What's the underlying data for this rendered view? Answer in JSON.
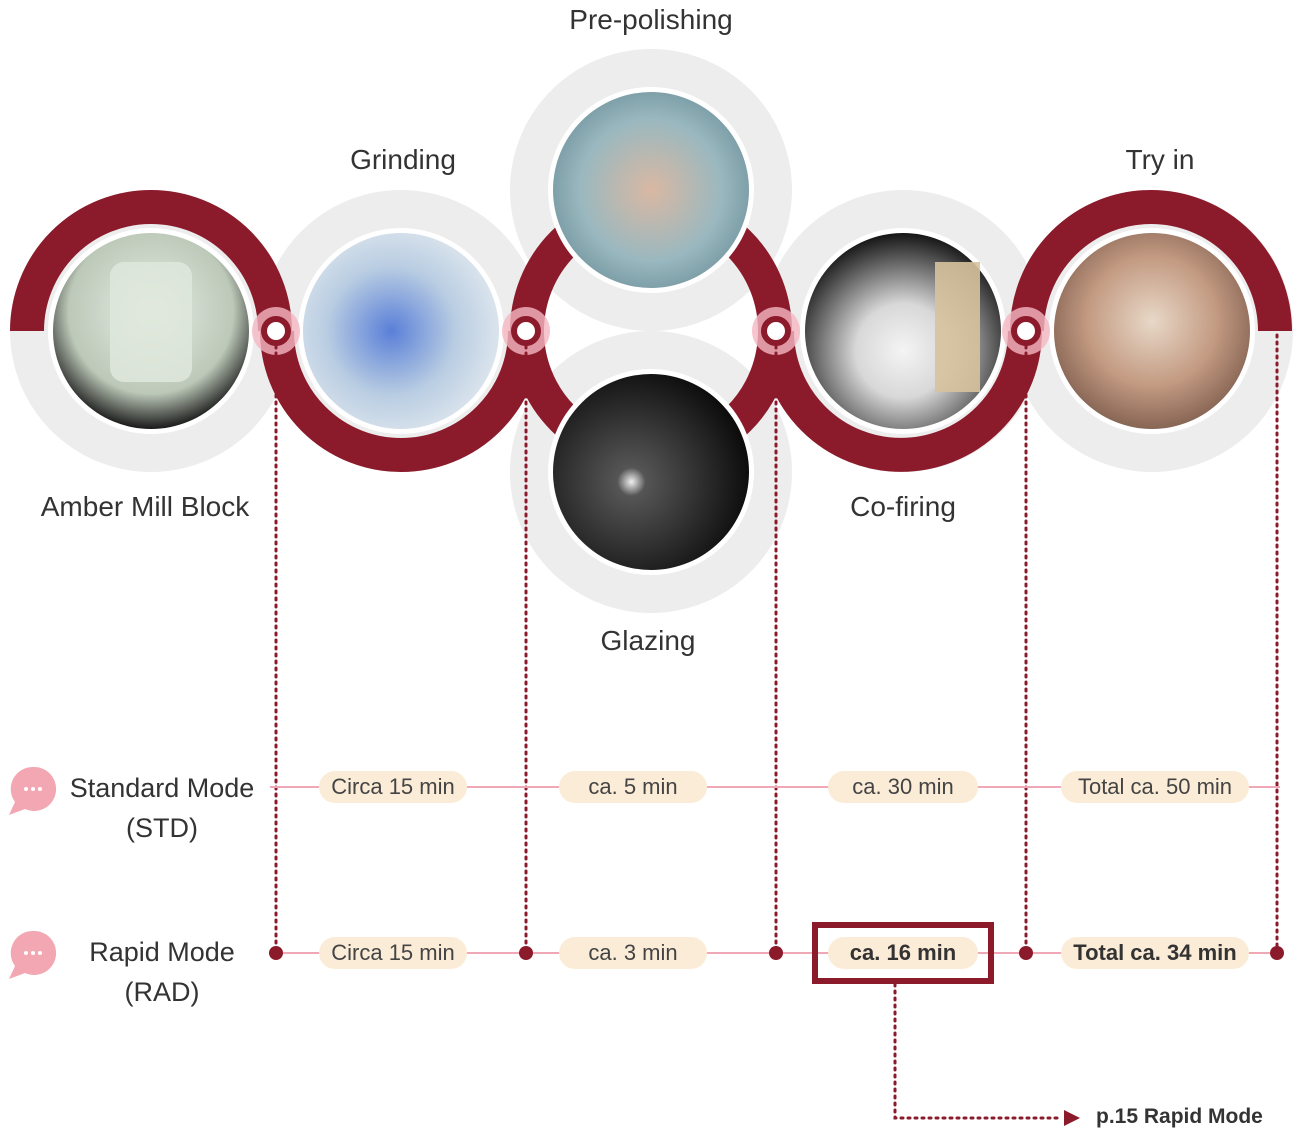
{
  "steps": {
    "amber_mill_block": "Amber Mill Block",
    "grinding": "Grinding",
    "pre_polishing": "Pre-polishing",
    "glazing": "Glazing",
    "co_firing": "Co-firing",
    "try_in": "Try in"
  },
  "modes": {
    "standard": {
      "name": "Standard Mode",
      "abbr": "(STD)",
      "times": [
        "Circa 15 min",
        "ca. 5 min",
        "ca. 30 min",
        "Total ca. 50 min"
      ]
    },
    "rapid": {
      "name": "Rapid Mode",
      "abbr": "(RAD)",
      "times": [
        "Circa 15 min",
        "ca. 3 min",
        "ca. 16 min",
        "Total ca. 34 min"
      ]
    }
  },
  "reference": "p.15 Rapid Mode",
  "colors": {
    "maroon": "#8b1a2b",
    "pink_line": "#f0a8b6",
    "pill_bg": "#fbecd7",
    "halo": "#ededed"
  },
  "icons": {
    "chat_bubble": "speech-bubble-icon",
    "arrow": "arrow-right-icon"
  }
}
